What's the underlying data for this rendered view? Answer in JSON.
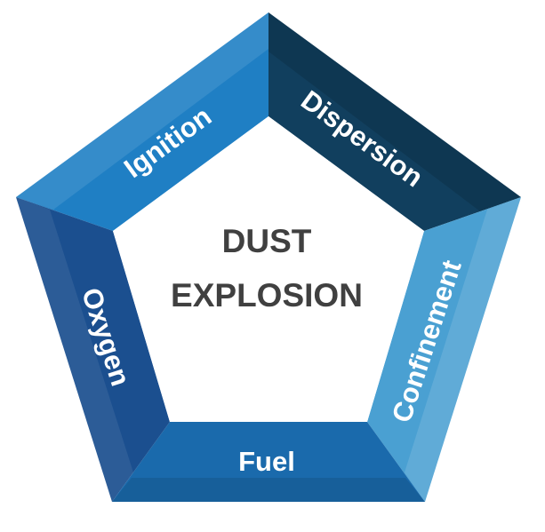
{
  "diagram": {
    "center": {
      "line1": "DUST",
      "line2": "EXPLOSION"
    },
    "segments": [
      {
        "key": "ignition",
        "label": "Ignition",
        "color": "#1f7fc4"
      },
      {
        "key": "dispersion",
        "label": "Dispersion",
        "color": "#113f5e"
      },
      {
        "key": "confinement",
        "label": "Confinement",
        "color": "#4aa0d2"
      },
      {
        "key": "fuel",
        "label": "Fuel",
        "color": "#1a6aac"
      },
      {
        "key": "oxygen",
        "label": "Oxygen",
        "color": "#1b4f8f"
      }
    ]
  }
}
